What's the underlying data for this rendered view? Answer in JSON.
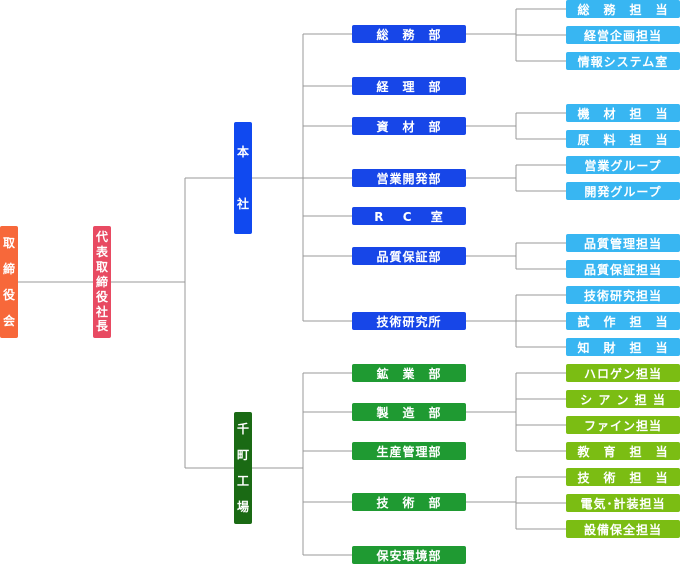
{
  "colors": {
    "board": "#f7683a",
    "president": "#e84a62",
    "honsha": "#1049f0",
    "honsha_dept": "#1746e8",
    "honsha_section": "#38b6f2",
    "factory": "#1a6a14",
    "factory_dept": "#1f9a32",
    "factory_section": "#7bbd13",
    "line": "#999999"
  },
  "board": {
    "label": "取締役会"
  },
  "president": {
    "label": "代表取締役社長"
  },
  "honsha": {
    "label": "本社"
  },
  "factory": {
    "label": "千町工場"
  },
  "honsha_depts": [
    {
      "label": "総　務　部",
      "sections": [
        "総　務　担　当",
        "経営企画担当",
        "情報システム室"
      ]
    },
    {
      "label": "経　理　部",
      "sections": []
    },
    {
      "label": "資　材　部",
      "sections": [
        "機　材　担　当",
        "原　料　担　当"
      ]
    },
    {
      "label": "営業開発部",
      "sections": [
        "営業グループ",
        "開発グループ"
      ]
    },
    {
      "label": "R　 C　 室",
      "sections": []
    },
    {
      "label": "品質保証部",
      "sections": [
        "品質管理担当",
        "品質保証担当"
      ]
    },
    {
      "label": "技術研究所",
      "sections": [
        "技術研究担当",
        "試　作　担　当",
        "知　財　担　当"
      ]
    }
  ],
  "factory_depts": [
    {
      "label": "鉱　業　部",
      "sections": []
    },
    {
      "label": "製　造　部",
      "sections": [
        "ハロゲン担当",
        "シ ア ン 担 当",
        "ファイン担当",
        "教　育　担　当"
      ]
    },
    {
      "label": "生産管理部",
      "sections": []
    },
    {
      "label": "技　術　部",
      "sections": [
        "技　術　担　当",
        "電気･計装担当",
        "設備保全担当"
      ]
    },
    {
      "label": "保安環境部",
      "sections": []
    }
  ]
}
